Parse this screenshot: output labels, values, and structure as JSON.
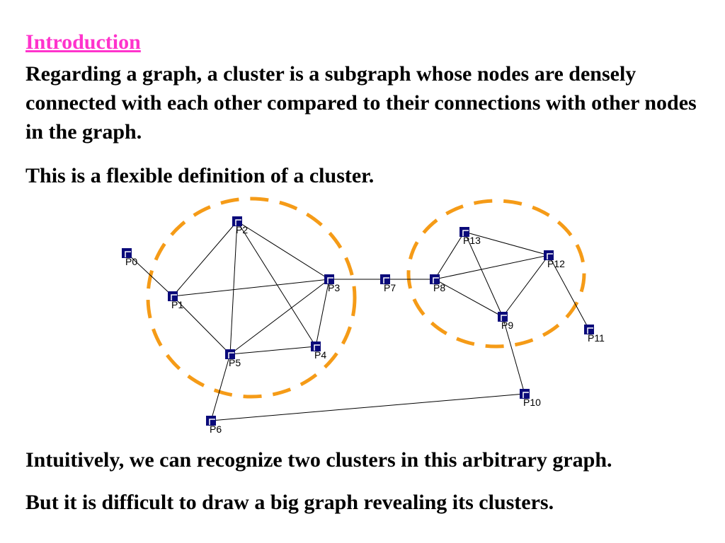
{
  "heading": "Introduction",
  "paragraphs": {
    "intro": "Regarding a graph, a cluster is a subgraph whose nodes are densely connected with each other compared to their connections with other nodes in the graph.",
    "flexible": "This is a flexible definition of a cluster.",
    "intuitively": "Intuitively, we can recognize two clusters in this arbitrary graph.",
    "difficult": "But it is difficult to draw a big graph revealing its clusters."
  },
  "graph": {
    "nodes": [
      "P0",
      "P1",
      "P2",
      "P3",
      "P4",
      "P5",
      "P6",
      "P7",
      "P8",
      "P9",
      "P10",
      "P11",
      "P12",
      "P13"
    ],
    "edges": [
      [
        "P0",
        "P1"
      ],
      [
        "P1",
        "P2"
      ],
      [
        "P1",
        "P3"
      ],
      [
        "P1",
        "P5"
      ],
      [
        "P2",
        "P3"
      ],
      [
        "P2",
        "P4"
      ],
      [
        "P2",
        "P5"
      ],
      [
        "P3",
        "P4"
      ],
      [
        "P3",
        "P5"
      ],
      [
        "P4",
        "P5"
      ],
      [
        "P3",
        "P7"
      ],
      [
        "P5",
        "P6"
      ],
      [
        "P6",
        "P10"
      ],
      [
        "P7",
        "P8"
      ],
      [
        "P8",
        "P13"
      ],
      [
        "P8",
        "P12"
      ],
      [
        "P8",
        "P9"
      ],
      [
        "P13",
        "P12"
      ],
      [
        "P13",
        "P9"
      ],
      [
        "P9",
        "P12"
      ],
      [
        "P9",
        "P10"
      ],
      [
        "P12",
        "P11"
      ]
    ],
    "clusters": [
      {
        "members": [
          "P1",
          "P2",
          "P3",
          "P4",
          "P5"
        ]
      },
      {
        "members": [
          "P8",
          "P9",
          "P12",
          "P13"
        ]
      }
    ],
    "colors": {
      "node_fill": "#0a0a7a",
      "edge": "#000000",
      "cluster_outline": "#f59b17",
      "heading": "#ff33cc"
    }
  }
}
